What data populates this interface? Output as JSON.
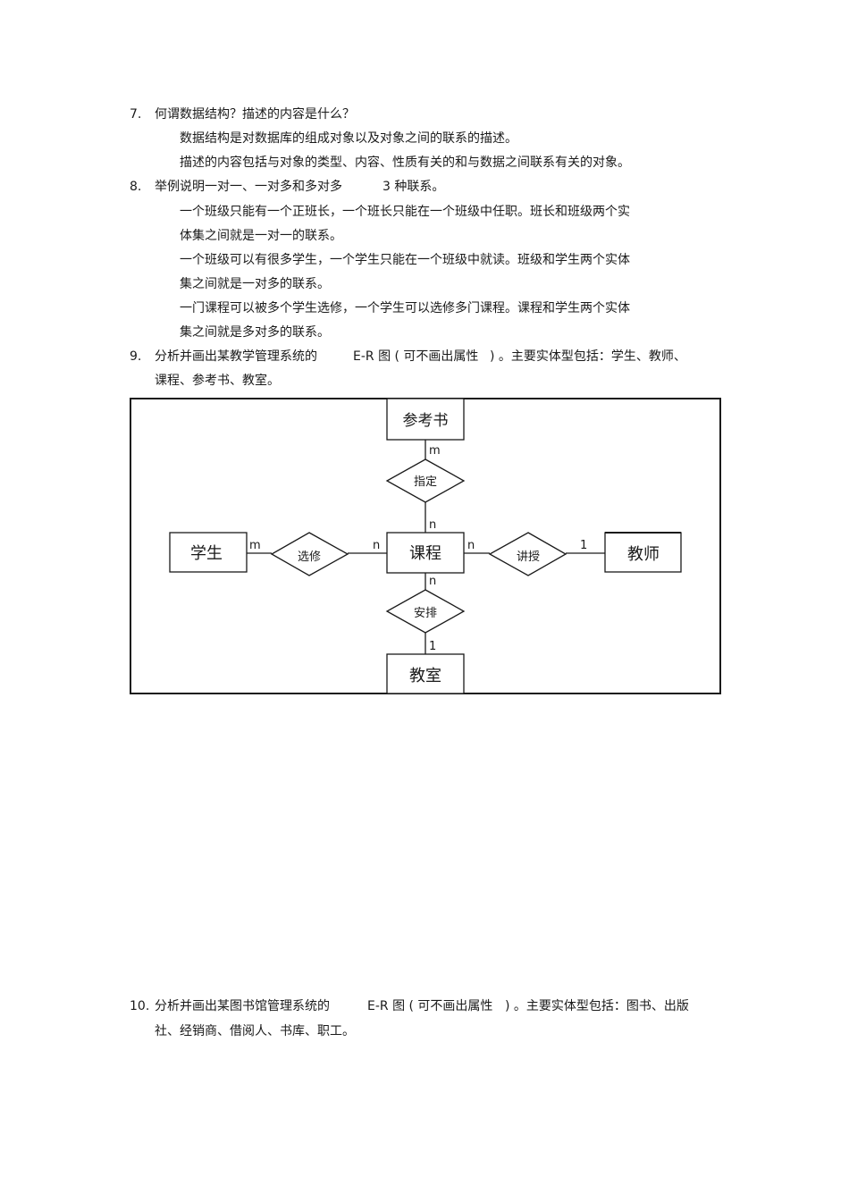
{
  "q7": {
    "num": "7.",
    "title": "何谓数据结构？描述的内容是什么？",
    "a1": "数据结构是对数据库的组成对象以及对象之间的联系的描述。",
    "a2": "描述的内容包括与对象的类型、内容、性质有关的和与数据之间联系有关的对象。"
  },
  "q8": {
    "num": "8.",
    "title_a": "举例说明一对一、一对多和多对多",
    "title_b": "3 种联系。",
    "p1a": "一个班级只能有一个正班长，一个班长只能在一个班级中任职。班长和班级两个实",
    "p1b": "体集之间就是一对一的联系。",
    "p2a": "一个班级可以有很多学生，一个学生只能在一个班级中就读。班级和学生两个实体",
    "p2b": "集之间就是一对多的联系。",
    "p3a": "一门课程可以被多个学生选修，一个学生可以选修多门课程。课程和学生两个实体",
    "p3b": "集之间就是多对多的联系。"
  },
  "q9": {
    "num": "9.",
    "title_a": "分析并画出某教学管理系统的",
    "title_b": "E-R 图 ( 可不画出属性",
    "title_c": ") 。主要实体型包括：学生、教师、",
    "title_d": "课程、参考书、教室。"
  },
  "er": {
    "entities": {
      "ref": "参考书",
      "student": "学生",
      "course": "课程",
      "teacher": "教师",
      "room": "教室"
    },
    "relations": {
      "assign": "指定",
      "elect": "选修",
      "teach": "讲授",
      "arrange": "安排"
    },
    "card": {
      "ref_m": "m",
      "course_top_n": "n",
      "student_m": "m",
      "course_left_n": "n",
      "course_right_n": "n",
      "teacher_1": "1",
      "course_bottom_n": "n",
      "room_1": "1"
    }
  },
  "q10": {
    "num": "10.",
    "title_a": "分析并画出某图书馆管理系统的",
    "title_b": "E-R 图 ( 可不画出属性",
    "title_c": ") 。主要实体型包括：图书、出版",
    "title_d": "社、经销商、借阅人、书库、职工。"
  }
}
